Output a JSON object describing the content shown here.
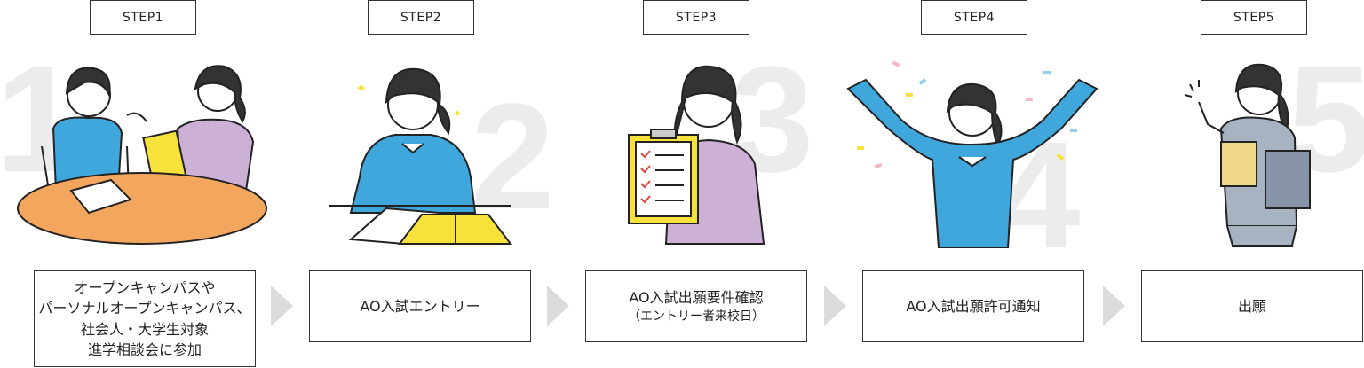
{
  "steps": [
    {
      "label": "STEP1",
      "number": "1",
      "lines": [
        "オープンキャンパスや",
        "パーソナルオープンキャンパス、",
        "社会人・大学生対象",
        "進学相談会に参加"
      ]
    },
    {
      "label": "STEP2",
      "number": "2",
      "title": "AO入試エントリー"
    },
    {
      "label": "STEP3",
      "number": "3",
      "title": "AO入試出願要件確認",
      "subtitle": "（エントリー者来校日）"
    },
    {
      "label": "STEP4",
      "number": "4",
      "title": "AO入試出願許可通知"
    },
    {
      "label": "STEP5",
      "number": "5",
      "title": "出願"
    }
  ],
  "colors": {
    "blue": "#3fa7dc",
    "purple": "#cdb0d6",
    "orange": "#f2a65e",
    "yellow": "#f7e13b",
    "gray": "#a8b3c2",
    "number": "#ececec"
  }
}
